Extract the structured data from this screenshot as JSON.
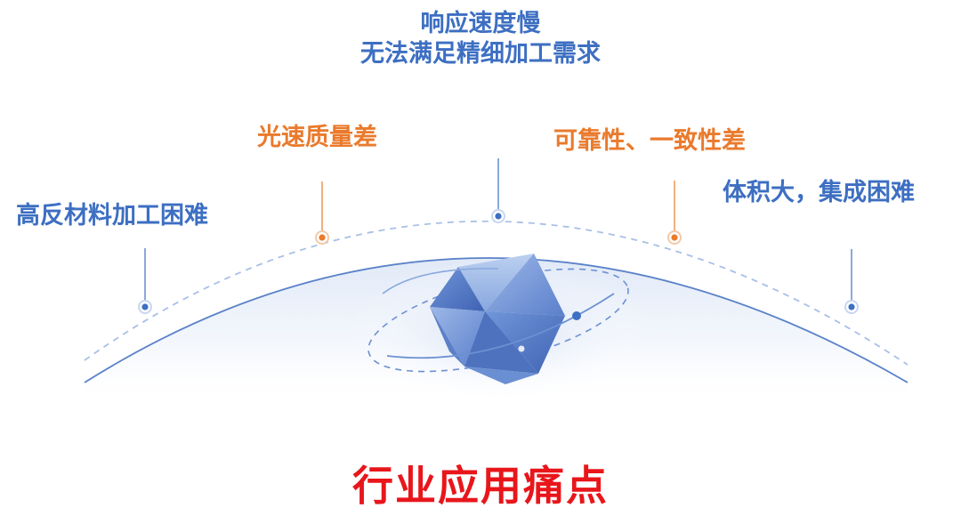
{
  "title": "行业应用痛点",
  "pain_points": {
    "top": {
      "line1": "响应速度慢",
      "line2": "无法满足精细加工需求"
    },
    "left_mid": "光速质量差",
    "right_mid": "可靠性、一致性差",
    "left": "高反材料加工困难",
    "right": "体积大，集成困难"
  },
  "colors": {
    "blue": "#3d6fc2",
    "orange": "#ea7a2c",
    "red": "#e8161b",
    "dome_line": "#5b82c9",
    "dashed_line": "#a9c0e6"
  },
  "icons": {
    "center": "crystal-polyhedron-icon"
  }
}
